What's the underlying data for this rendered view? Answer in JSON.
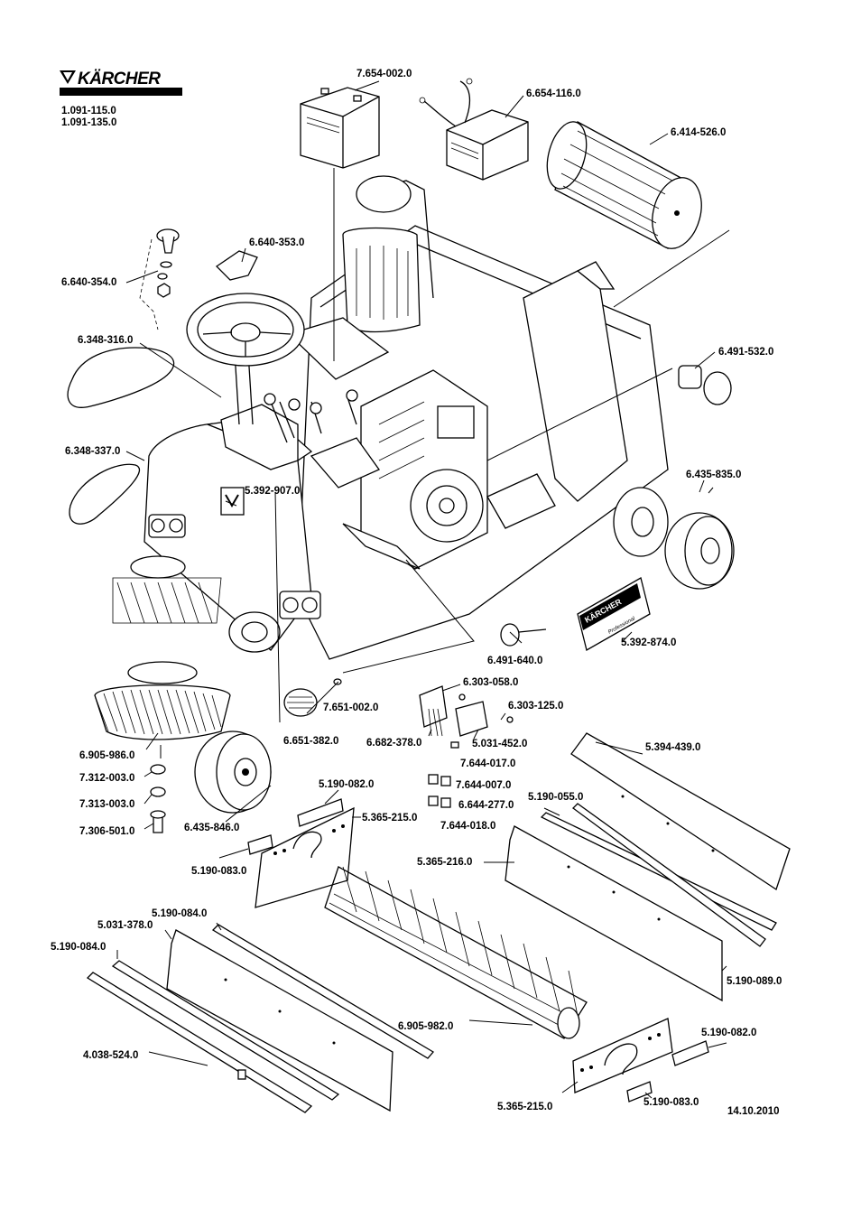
{
  "header": {
    "brand": "KÄRCHER",
    "model_numbers": [
      "1.091-115.0",
      "1.091-135.0"
    ]
  },
  "date": "14.10.2010",
  "decal_text": {
    "brand": "KÄRCHER",
    "sub": "Professional"
  },
  "part_labels": [
    "7.654-002.0",
    "6.654-116.0",
    "6.414-526.0",
    "6.640-353.0",
    "6.640-354.0",
    "6.348-316.0",
    "6.491-532.0",
    "6.348-337.0",
    "6.435-835.0",
    "5.392-907.0",
    "5.392-874.0",
    "6.491-640.0",
    "6.303-058.0",
    "6.303-125.0",
    "7.651-002.0",
    "6.651-382.0",
    "6.682-378.0",
    "5.031-452.0",
    "5.394-439.0",
    "6.905-986.0",
    "7.644-017.0",
    "7.312-003.0",
    "7.644-007.0",
    "6.644-277.0",
    "5.190-055.0",
    "7.313-003.0",
    "5.190-082.0",
    "5.365-215.0",
    "7.644-018.0",
    "7.306-501.0",
    "6.435-846.0",
    "5.190-083.0",
    "5.365-216.0",
    "5.190-084.0",
    "5.031-378.0",
    "5.190-084.0",
    "5.190-089.0",
    "6.905-982.0",
    "5.190-082.0",
    "4.038-524.0",
    "5.365-215.0",
    "5.190-083.0"
  ]
}
